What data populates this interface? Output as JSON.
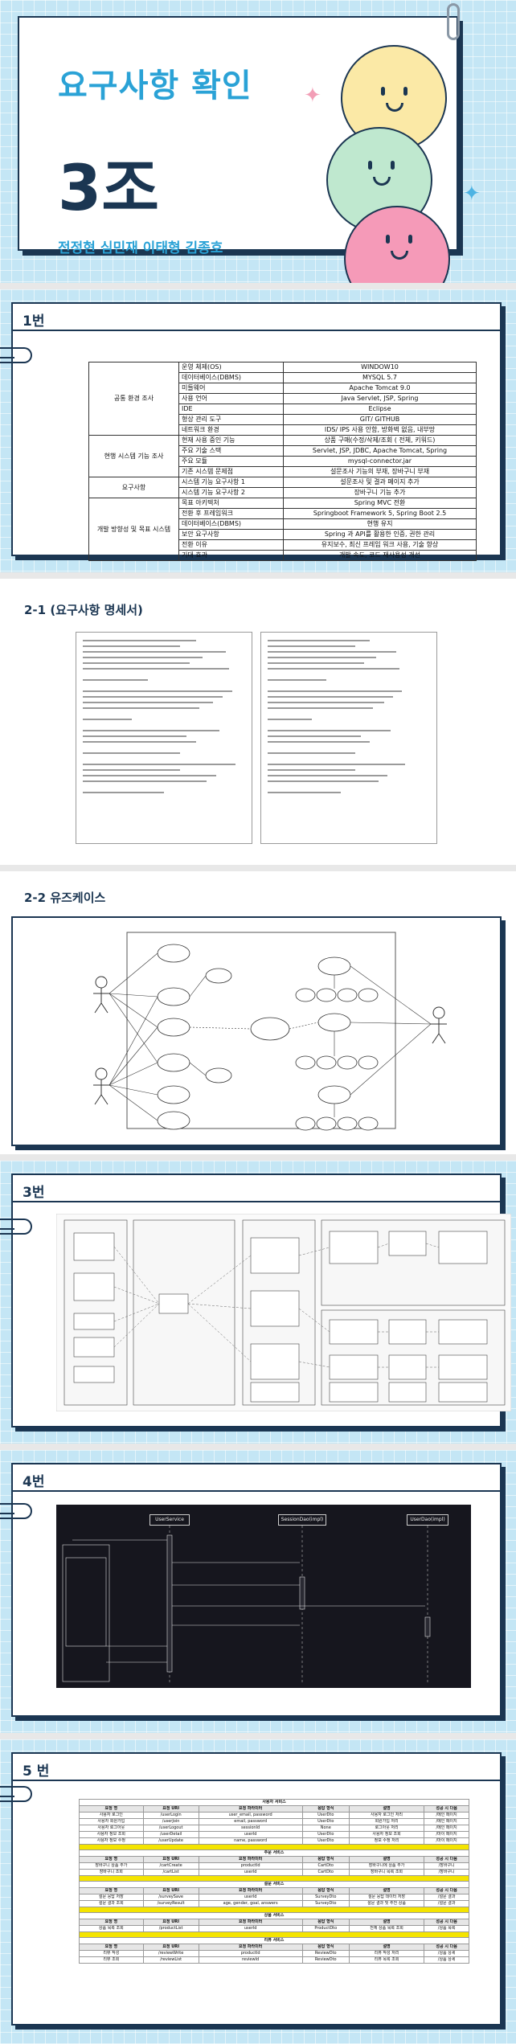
{
  "title_slide": {
    "title": "요구사항 확인",
    "team": "3조",
    "members": "전정현 심민재 이태형 김종호"
  },
  "section1": {
    "heading": "1번",
    "table": [
      {
        "cat": "공통 환경 조사",
        "items": [
          [
            "운영 체제(OS)",
            "WINDOW10"
          ],
          [
            "데이터베이스(DBMS)",
            "MYSQL 5.7"
          ],
          [
            "미들웨어",
            "Apache Tomcat 9.0"
          ],
          [
            "사용 언어",
            "Java Servlet, JSP, Spring"
          ],
          [
            "IDE",
            "Eclipse"
          ],
          [
            "형상 관리 도구",
            "GIT/ GITHUB"
          ],
          [
            "네트워크 환경",
            "IDS/ IPS 사용 안함, 방화벽 없음, 내부망"
          ]
        ]
      },
      {
        "cat": "현행 시스템 기능 조사",
        "items": [
          [
            "현재 사용 중인 기능",
            "상품 구매(수정/삭제/조회 ( 전체, 키워드)"
          ],
          [
            "주요 기술 스택",
            "Servlet, JSP, JDBC, Apache Tomcat, Spring"
          ],
          [
            "주요 모듈",
            "mysql-connector.jar"
          ],
          [
            "기존 시스템 문제점",
            "설문조사 기능의 부재, 장바구니 부재"
          ]
        ]
      },
      {
        "cat": "요구사항",
        "items": [
          [
            "시스템 기능 요구사항 1",
            "설문조사 및 결과 페이지 추가"
          ],
          [
            "시스템 기능 요구사항 2",
            "장바구니 기능 추가"
          ]
        ]
      },
      {
        "cat": "개발 방향성 및 목표 시스템",
        "items": [
          [
            "목표 아키텍처",
            "Spring MVC 전환"
          ],
          [
            "전환 후 프레임워크",
            "Springboot Framework 5, Spring Boot 2.5"
          ],
          [
            "데이터베이스(DBMS)",
            "현행 유지"
          ],
          [
            "보안 요구사항",
            "Spring 과 API를 활용한 인증, 권한 관리"
          ],
          [
            "전환 이유",
            "유지보수, 최신 프레임 워크 사용, 기술 향상"
          ],
          [
            "기대 효과",
            "개발 속도, 코드 재사용성 개선"
          ]
        ]
      }
    ]
  },
  "section21": {
    "heading": "2-1 (요구사항 명세서)"
  },
  "section22": {
    "heading": "2-2 유즈케이스"
  },
  "section3": {
    "heading": "3번"
  },
  "section4": {
    "heading": "4번",
    "lifelines": [
      "UserService",
      "SessionDao(impl)",
      "UserDao(impl)"
    ]
  },
  "section5": {
    "heading": "5 번",
    "headers": [
      "요청 명",
      "요청 URI",
      "요청 파라미터",
      "응답 형식",
      "설명",
      "성공 시 다음"
    ],
    "groups": [
      {
        "name": "사용자 서비스",
        "rows": [
          [
            "사용자 로그인",
            "/userLogin",
            "user_email, password",
            "UserDto",
            "사용자 로그인 처리",
            "/메인 페이지"
          ],
          [
            "사용자 회원가입",
            "/userJoin",
            "email, password",
            "UserDto",
            "회원가입 처리",
            "/메인 페이지"
          ],
          [
            "사용자 로그아웃",
            "/userLogout",
            "sessionId",
            "None",
            "로그아웃 처리",
            "/메인 페이지"
          ],
          [
            "사용자 정보 조회",
            "/userDetail",
            "userId",
            "UserDto",
            "사용자 정보 조회",
            "/마이 페이지"
          ],
          [
            "사용자 정보 수정",
            "/userUpdate",
            "name, password",
            "UserDto",
            "정보 수정 처리",
            "/마이 페이지"
          ]
        ]
      },
      {
        "name": "주문 서비스",
        "rows": [
          [
            "장바구니 상품 추가",
            "/cartCreate",
            "productId",
            "CartDto",
            "장바구니에 상품 추가",
            "/장바구니"
          ],
          [
            "장바구니 조회",
            "/cartList",
            "userId",
            "CartDto",
            "장바구니 목록 조회",
            "/장바구니"
          ]
        ]
      },
      {
        "name": "설문 서비스",
        "rows": [
          [
            "설문 응답 저장",
            "/surveySave",
            "userId",
            "SurveyDto",
            "설문 응답 데이터 저장",
            "/설문 결과"
          ],
          [
            "설문 결과 조회",
            "/surveyResult",
            "age, gender, goal, answers",
            "SurveyDto",
            "설문 결과 및 추천 상품",
            "/설문 결과"
          ]
        ]
      },
      {
        "name": "상품 서비스",
        "rows": [
          [
            "상품 목록 조회",
            "/productList",
            "userId",
            "ProductDto",
            "전체 상품 목록 조회",
            "/상품 목록"
          ]
        ]
      },
      {
        "name": "리뷰 서비스",
        "rows": [
          [
            "리뷰 작성",
            "/reviewWrite",
            "productId",
            "ReviewDto",
            "리뷰 작성 처리",
            "/상품 상세"
          ],
          [
            "리뷰 조회",
            "/reviewList",
            "reviewId",
            "ReviewDto",
            "리뷰 목록 조회",
            "/상품 상세"
          ]
        ]
      }
    ]
  },
  "colors": {
    "navy": "#1b3652",
    "accent_blue": "#2aa2d6",
    "bg_blue": "#c4e6f5",
    "yellow_ball": "#fbe9a6",
    "green_ball": "#bfe8cf",
    "pink_ball": "#f59ab8"
  }
}
